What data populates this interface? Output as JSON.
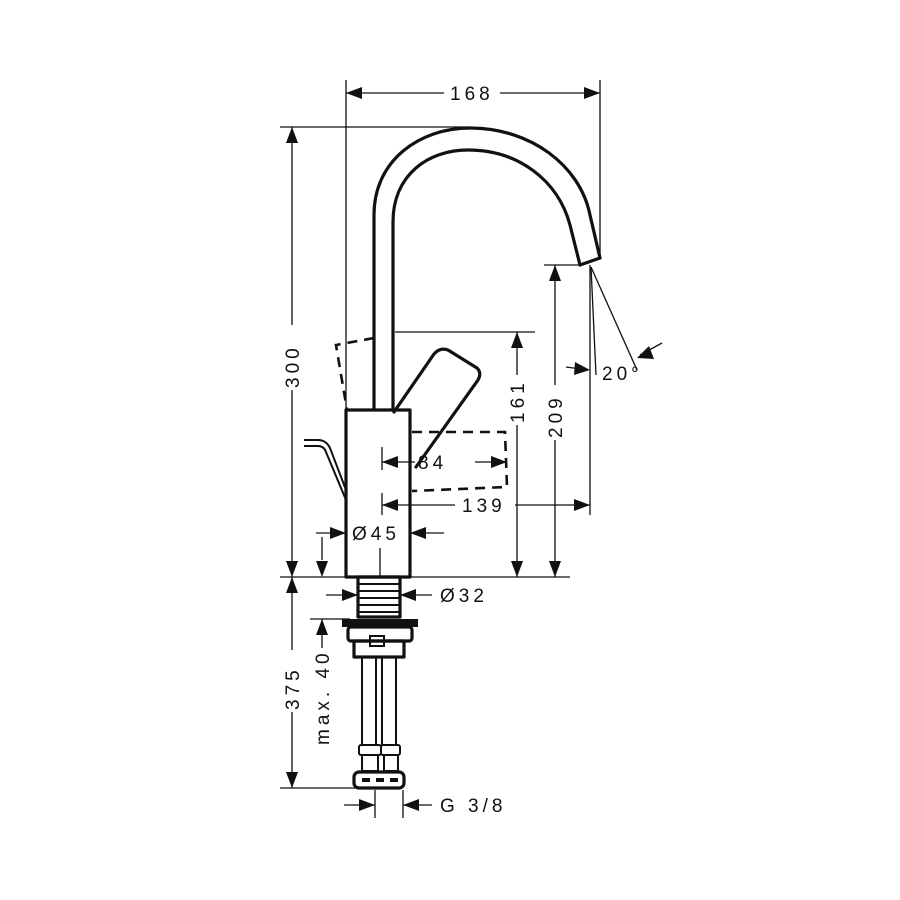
{
  "drawing": {
    "subject": "single-lever basin mixer faucet, side elevation",
    "line_color": "#111111",
    "background": "#ffffff",
    "dimensions": {
      "overall_width": "168",
      "overall_height": "300",
      "spout_outlet_height": "209",
      "lever_height": "161",
      "lever_reach": "84",
      "spout_reach": "139",
      "body_diameter": "Ø45",
      "shank_diameter": "Ø32",
      "below_deck_length": "375",
      "max_deck_thickness": "max. 40",
      "connection_thread": "G 3/8",
      "spout_angle": "20°"
    }
  }
}
